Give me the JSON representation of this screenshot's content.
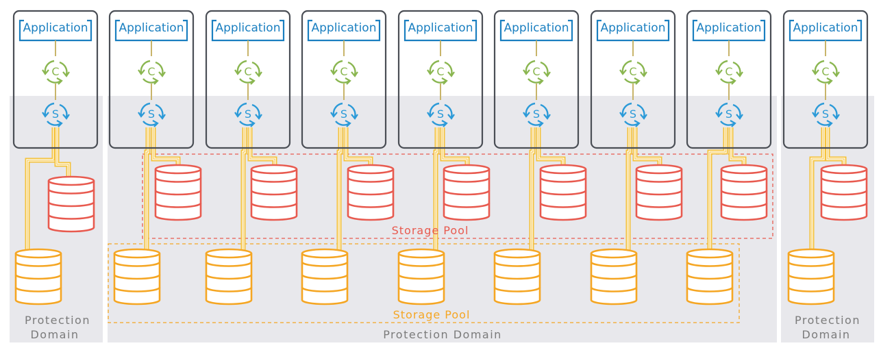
{
  "domains": [
    {
      "label_lines": [
        "Protection",
        "Domain"
      ]
    },
    {
      "label_lines": [
        "Protection Domain"
      ]
    },
    {
      "label_lines": [
        "Protection",
        "Domain"
      ]
    }
  ],
  "pools": [
    {
      "label": "Storage Pool",
      "color": "#e85a4f"
    },
    {
      "label": "Storage Pool",
      "color": "#f5a623"
    }
  ],
  "node": {
    "app_label": "Application",
    "client_letter": "C",
    "server_letter": "S"
  },
  "colors": {
    "app": "#1a7fc0",
    "client": "#8ab650",
    "server": "#2b9ad8",
    "node_border": "#4a4e55",
    "domain_bg": "#e8e8ec",
    "red_disk": "#e85a4f",
    "orange_disk": "#f5a623",
    "wire": "#f5c23a"
  },
  "icons": [
    "application-icon",
    "client-sync-icon",
    "server-sync-icon",
    "disk-stack-icon"
  ],
  "node_count": 9
}
